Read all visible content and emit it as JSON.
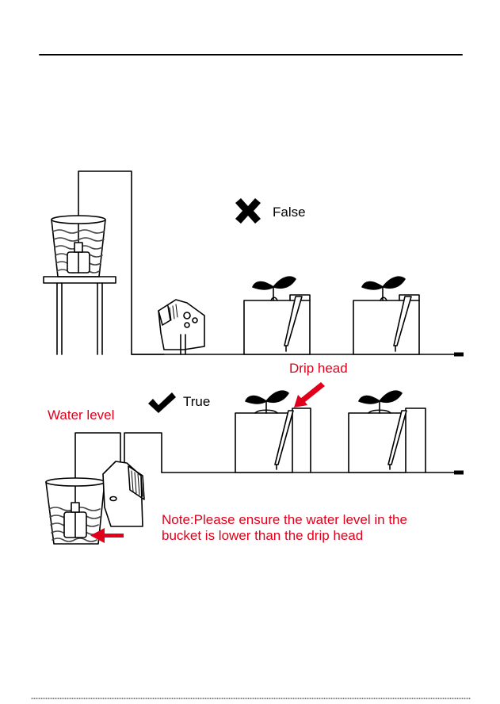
{
  "labels": {
    "false": "False",
    "true": "True",
    "drip_head": "Drip head",
    "water_level": "Water level",
    "note_line1": "Note:Please ensure the water level in the",
    "note_line2": "bucket is lower than the drip head"
  },
  "colors": {
    "line": "#000000",
    "accent": "#e0001b",
    "water": "#444444"
  },
  "icons": {
    "wrong": "cross-icon",
    "right": "checkmark-icon",
    "arrow": "arrow-icon"
  }
}
